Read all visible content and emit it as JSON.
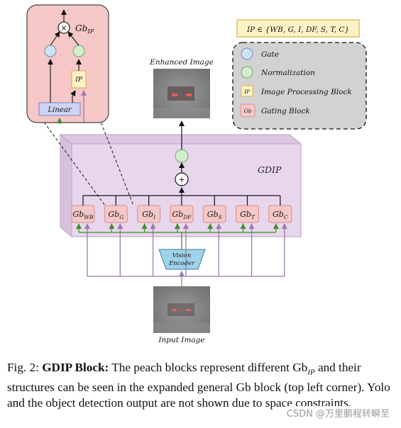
{
  "gdip_label": "GDIP",
  "enhanced_label": "Enhanced Image",
  "input_label": "Input Image",
  "vision_encoder": [
    "Vision",
    "Encoder"
  ],
  "gb_blocks": [
    {
      "base": "Gb",
      "sub": "WB"
    },
    {
      "base": "Gb",
      "sub": "G"
    },
    {
      "base": "Gb",
      "sub": "I"
    },
    {
      "base": "Gb",
      "sub": "DF"
    },
    {
      "base": "Gb",
      "sub": "S"
    },
    {
      "base": "Gb",
      "sub": "T"
    },
    {
      "base": "Gb",
      "sub": "C"
    }
  ],
  "expanded": {
    "title_base": "Gb",
    "title_sub": "IP",
    "linear": "Linear",
    "ip": "IP",
    "multiply": "×"
  },
  "set_definition": "IP ∈ {WB, G, I, DF, S, T, C}",
  "plus_symbol": "+",
  "legend": [
    {
      "label": "Gate",
      "icon": "gate-circle"
    },
    {
      "label": "Normalization",
      "icon": "normalization-circle"
    },
    {
      "label": "Image Processing Block",
      "icon": "ip-box",
      "icon_text": "IP"
    },
    {
      "label": "Gating Block",
      "icon": "gb-box",
      "icon_text": "Gb"
    }
  ],
  "caption": {
    "prefix": "Fig. 2: ",
    "bold": "GDIP Block:",
    "text": " The peach blocks represent different Gb",
    "sub": "IP",
    "text2": " and their structures can be seen in the expanded general Gb block (top left corner). Yolo and the object detection output are not shown due to space constraints."
  },
  "watermark": "CSDN @万里鹏程转瞬至",
  "colors": {
    "peach": "#f6c7c7",
    "peach_border": "#d88e8e",
    "panel": "#e8d7ec",
    "panel_side": "#d7c2dd",
    "gate": "#cfe2f5",
    "norm": "#d4edcc",
    "ip_fill": "#fdf2c6",
    "ip_border": "#e0b74a",
    "linear_fill": "#cfd4f5",
    "encoder": "#9fd3ea",
    "green_arrow": "#3f8f2a",
    "purple_arrow": "#9b7bb0",
    "legend_bg": "#d2d2d2"
  }
}
